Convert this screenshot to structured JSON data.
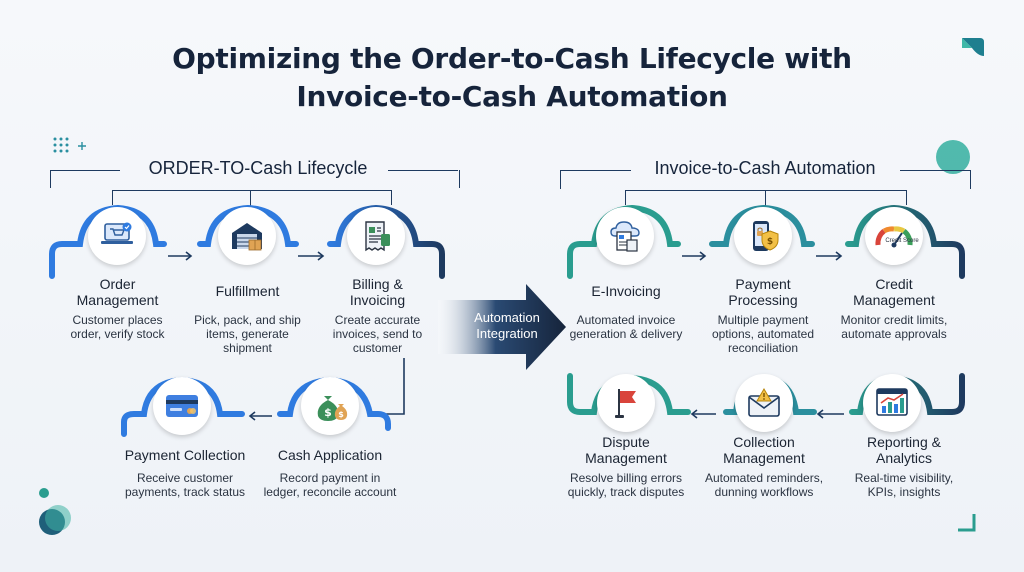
{
  "title": {
    "line1": "Optimizing the Order-to-Cash Lifecycle with",
    "line2": "Invoice-to-Cash Automation"
  },
  "left": {
    "heading": "ORDER-TO-Cash Lifecycle",
    "nodes": [
      {
        "label": "Order\nManagement",
        "desc": "Customer places\norder, verify stock",
        "icon": "laptop-cart-icon"
      },
      {
        "label": "Fulfillment",
        "desc": "Pick, pack, and ship\nitems, generate\nshipment",
        "icon": "warehouse-icon"
      },
      {
        "label": "Billing &\nInvoicing",
        "desc": "Create accurate\ninvoices, send to\ncustomer",
        "icon": "invoice-icon"
      },
      {
        "label": "Cash Application",
        "desc": "Record payment in\nledger, reconcile account",
        "icon": "money-bags-icon"
      },
      {
        "label": "Payment Collection",
        "desc": "Receive customer\npayments, track status",
        "icon": "credit-card-icon"
      }
    ]
  },
  "center": {
    "label": "Automation\nIntegration"
  },
  "right": {
    "heading": "Invoice-to-Cash Automation",
    "nodes": [
      {
        "label": "E-Invoicing",
        "desc": "Automated invoice\ngeneration & delivery",
        "icon": "cloud-invoice-icon"
      },
      {
        "label": "Payment\nProcessing",
        "desc": "Multiple payment\noptions, automated\nreconciliation",
        "icon": "phone-shield-icon"
      },
      {
        "label": "Credit\nManagement",
        "desc": "Monitor credit limits,\nautomate approvals",
        "icon": "credit-score-gauge-icon",
        "gauge_text": "Credit Score"
      },
      {
        "label": "Reporting &\nAnalytics",
        "desc": "Real-time visibility,\nKPIs, insights",
        "icon": "analytics-chart-icon"
      },
      {
        "label": "Collection\nManagement",
        "desc": "Automated reminders,\ndunning workflows",
        "icon": "envelope-alert-icon"
      },
      {
        "label": "Dispute\nManagement",
        "desc": "Resolve billing errors\nquickly, track disputes",
        "icon": "flag-icon"
      }
    ]
  },
  "colors": {
    "navy": "#1e3a5f",
    "blue": "#2f6fd6",
    "teal": "#2a9d8f",
    "dark_teal": "#1f5f7a"
  }
}
